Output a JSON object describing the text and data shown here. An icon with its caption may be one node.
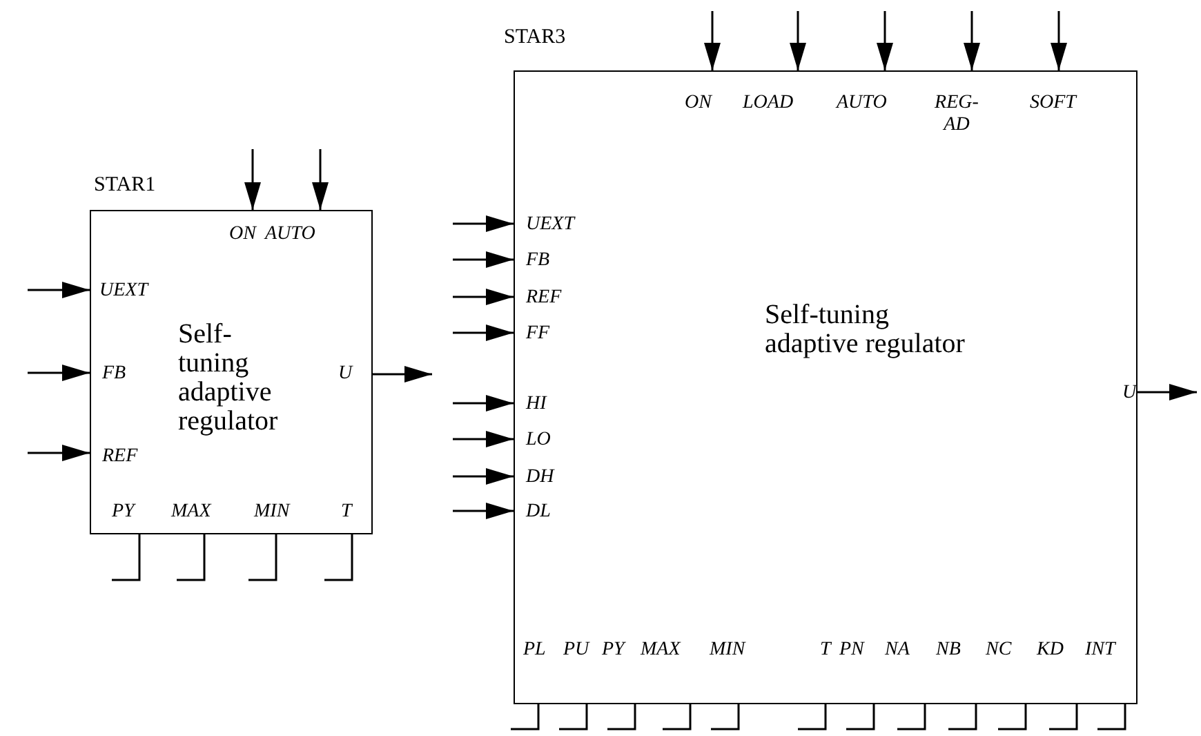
{
  "diagram": {
    "nodes": [
      {
        "text": [
          "STAR1",
          "Self-tuning adaptive regulator",
          "ON",
          "AUTO",
          "UEXT",
          "FB",
          "REF",
          "U",
          "PY",
          "MAX",
          "MIN",
          "T"
        ]
      },
      {
        "text": [
          "STAR3",
          "Self-tuning adaptive regulator",
          "ON",
          "LOAD",
          "AUTO",
          "REG-AD",
          "SOFT",
          "UEXT",
          "FB",
          "REF",
          "FF",
          "HI",
          "LO",
          "DH",
          "DL",
          "U",
          "PL",
          "PU",
          "PY",
          "MAX",
          "MIN",
          "T",
          "PN",
          "NA",
          "NB",
          "NC",
          "KD",
          "INT"
        ]
      }
    ],
    "edges": [
      {
        "from": null,
        "to": 0,
        "arrow": "to"
      },
      {
        "from": null,
        "to": 0,
        "arrow": "to"
      },
      {
        "from": null,
        "to": 0,
        "arrow": "to"
      },
      {
        "from": null,
        "to": 0,
        "arrow": "to"
      },
      {
        "from": null,
        "to": 0,
        "arrow": "to"
      },
      {
        "from": 0,
        "to": null,
        "arrow": "to"
      },
      {
        "from": 0,
        "to": null,
        "arrow": "none"
      },
      {
        "from": 0,
        "to": null,
        "arrow": "none"
      },
      {
        "from": 0,
        "to": null,
        "arrow": "none"
      },
      {
        "from": 0,
        "to": null,
        "arrow": "none"
      },
      {
        "from": null,
        "to": 1,
        "arrow": "to"
      },
      {
        "from": null,
        "to": 1,
        "arrow": "to"
      },
      {
        "from": null,
        "to": 1,
        "arrow": "to"
      },
      {
        "from": null,
        "to": 1,
        "arrow": "to"
      },
      {
        "from": null,
        "to": 1,
        "arrow": "to"
      },
      {
        "from": null,
        "to": 1,
        "arrow": "to"
      },
      {
        "from": null,
        "to": 1,
        "arrow": "to"
      },
      {
        "from": null,
        "to": 1,
        "arrow": "to"
      },
      {
        "from": null,
        "to": 1,
        "arrow": "to"
      },
      {
        "from": null,
        "to": 1,
        "arrow": "to"
      },
      {
        "from": null,
        "to": 1,
        "arrow": "to"
      },
      {
        "from": null,
        "to": 1,
        "arrow": "to"
      },
      {
        "from": null,
        "to": 1,
        "arrow": "to"
      },
      {
        "from": 1,
        "to": null,
        "arrow": "to"
      },
      {
        "from": 1,
        "to": null,
        "arrow": "none"
      },
      {
        "from": 1,
        "to": null,
        "arrow": "none"
      },
      {
        "from": 1,
        "to": null,
        "arrow": "none"
      },
      {
        "from": 1,
        "to": null,
        "arrow": "none"
      },
      {
        "from": 1,
        "to": null,
        "arrow": "none"
      },
      {
        "from": 1,
        "to": null,
        "arrow": "none"
      },
      {
        "from": 1,
        "to": null,
        "arrow": "none"
      },
      {
        "from": 1,
        "to": null,
        "arrow": "none"
      },
      {
        "from": 1,
        "to": null,
        "arrow": "none"
      },
      {
        "from": 1,
        "to": null,
        "arrow": "none"
      },
      {
        "from": 1,
        "to": null,
        "arrow": "none"
      },
      {
        "from": 1,
        "to": null,
        "arrow": "none"
      }
    ]
  }
}
